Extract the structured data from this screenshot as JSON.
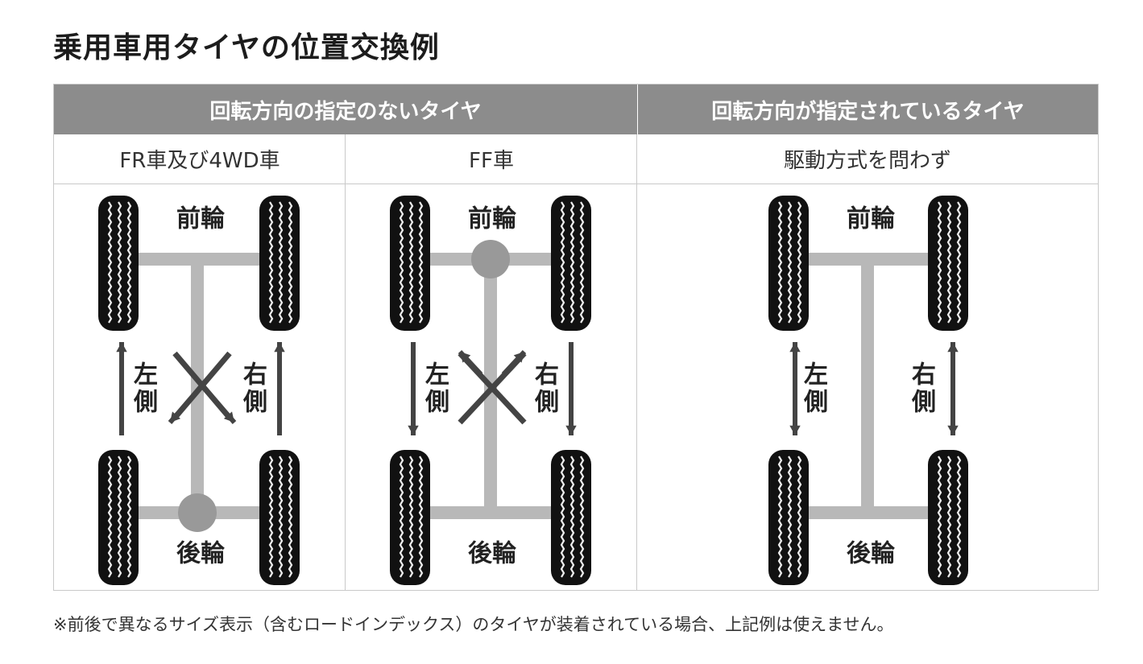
{
  "title": "乗用車用タイヤの位置交換例",
  "table": {
    "header_no_direction": "回転方向の指定のないタイヤ",
    "header_direction": "回転方向が指定されているタイヤ",
    "sub_fr": "FR車及び4WD車",
    "sub_ff": "FF車",
    "sub_any": "駆動方式を問わず"
  },
  "diagram_labels": {
    "front": "前輪",
    "rear": "後輪",
    "left_1": "左",
    "left_2": "側",
    "right_1": "右",
    "right_2": "側"
  },
  "note": "※前後で異なるサイズ表示（含むロードインデックス）のタイヤが装着されている場合、上記例は使えません。",
  "colors": {
    "header_bg": "#8c8c8c",
    "frame": "#b8b8b8",
    "tire": "#111111",
    "arrow": "#444444"
  }
}
